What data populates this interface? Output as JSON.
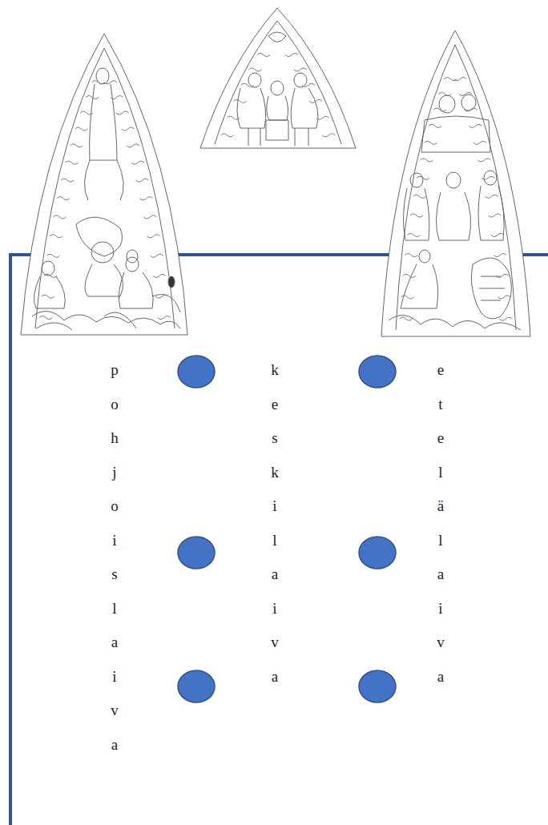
{
  "diagram": {
    "labels": [
      "pohjoislaiva",
      "keskilaiva",
      "etelälaiva"
    ]
  }
}
